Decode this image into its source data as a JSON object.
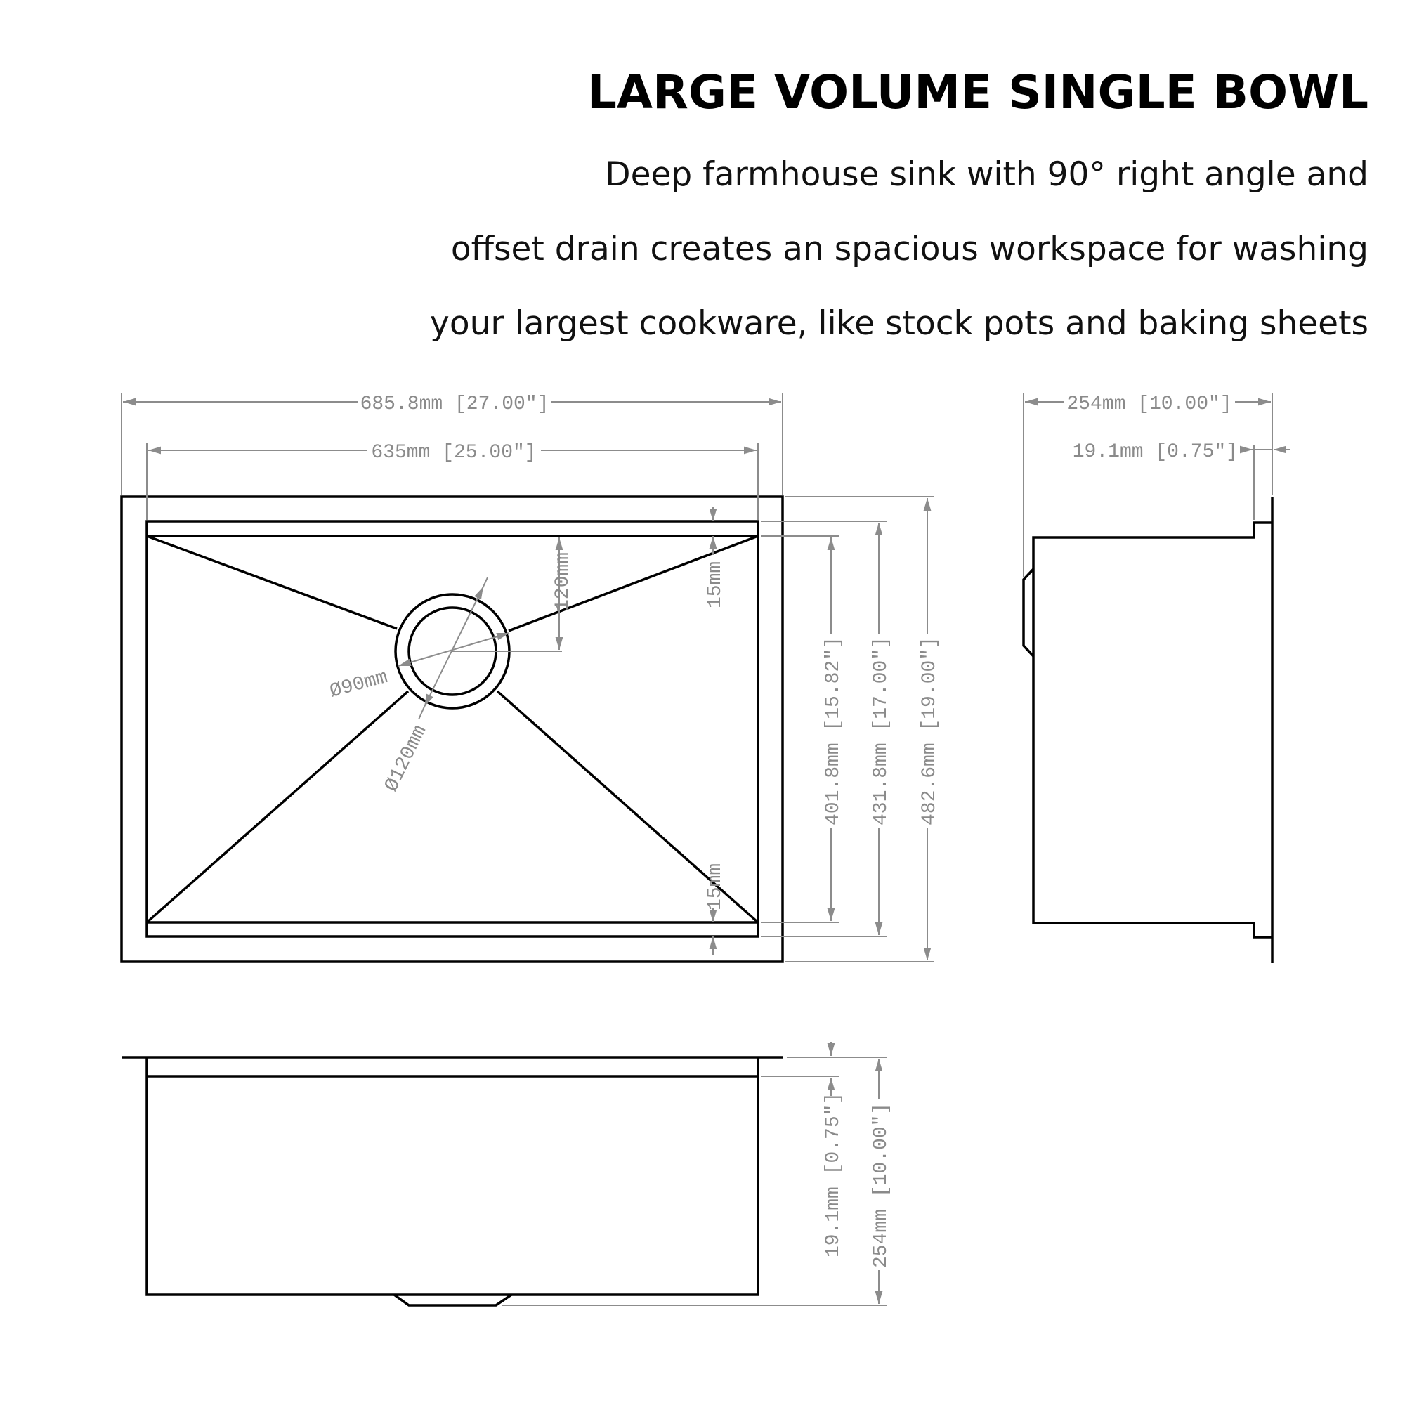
{
  "header": {
    "title": "LARGE VOLUME SINGLE BOWL",
    "description_lines": [
      "Deep farmhouse sink with 90° right angle and",
      "offset drain creates an spacious workspace for washing",
      "your largest cookware, like stock pots and baking sheets"
    ]
  },
  "top_view": {
    "overall_width": "685.8mm  [27.00″]",
    "bowl_width": "635mm  [25.00″]",
    "bowl_length_inner": "401.8mm  [15.82″]",
    "bowl_length": "431.8mm  [17.00″]",
    "overall_length": "482.6mm  [19.00″]",
    "top_ledge": "15mm",
    "bottom_ledge": "15mm",
    "drain_offset": "120mm",
    "drain_inner_diameter": "Ø90mm",
    "drain_outer_diameter": "Ø120mm"
  },
  "side_view": {
    "depth": "254mm  [10.00″]",
    "flange": "19.1mm  [0.75″]"
  },
  "front_view": {
    "flange_height": "19.1mm  [0.75″]",
    "depth": "254mm  [10.00″]"
  },
  "colors": {
    "outline": "#000000",
    "dimension": "#8c8c8c",
    "background": "#ffffff"
  }
}
